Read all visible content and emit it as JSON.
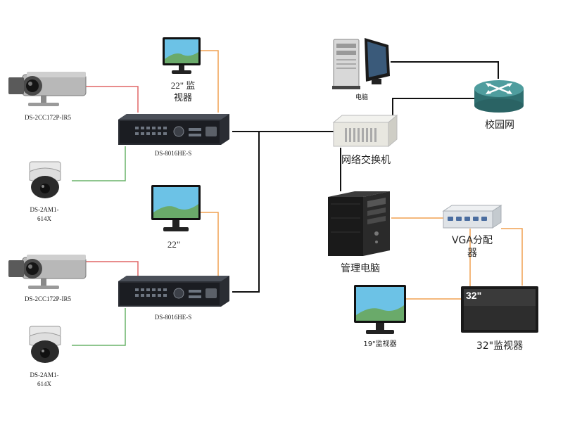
{
  "colors": {
    "red_link": "#e06666",
    "green_link": "#6ab46a",
    "orange_link": "#f0a050",
    "network_link": "#111111"
  },
  "devices": {
    "camera1": {
      "label": "DS-2CC172P-IR5"
    },
    "dome1": {
      "label_line1": "DS-2AM1-",
      "label_line2": "614X"
    },
    "dvr1": {
      "label": "DS-8016HE-S"
    },
    "monitor1": {
      "label_line1": "22\" 监",
      "label_line2": "视器"
    },
    "monitor2": {
      "label": "22\""
    },
    "camera2": {
      "label": "DS-2CC172P-IR5"
    },
    "dome2": {
      "label_line1": "DS-2AM1-",
      "label_line2": "614X"
    },
    "dvr2": {
      "label": "DS-8016HE-S"
    },
    "pc": {
      "label": "电脑"
    },
    "router": {
      "label": "校园网"
    },
    "switch": {
      "label": "网络交换机"
    },
    "server": {
      "label": "管理电脑"
    },
    "vga": {
      "label_line1": "VGA分配",
      "label_line2": "器"
    },
    "monitor19": {
      "label": "19\"监视器"
    },
    "tv32": {
      "screen_text": "32\"",
      "label": "32\"监视器"
    }
  },
  "icons": [
    "camera-icon",
    "dome-camera-icon",
    "dvr-icon",
    "monitor-icon",
    "desktop-pc-icon",
    "router-icon",
    "network-switch-icon",
    "server-tower-icon",
    "vga-splitter-icon",
    "tv-icon"
  ]
}
